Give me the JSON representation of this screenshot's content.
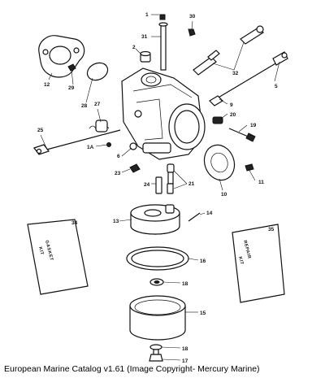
{
  "caption": "European Marine Catalog v1.61 (Image Copyright- Mercury Marine)",
  "callouts": {
    "c1": "1",
    "c1a": "1A",
    "c2": "2",
    "c5": "5",
    "c6": "6",
    "c9": "9",
    "c10": "10",
    "c11": "11",
    "c12": "12",
    "c13": "13",
    "c14": "14",
    "c15": "15",
    "c16": "16",
    "c17": "17",
    "c18a": "18",
    "c18b": "18",
    "c19": "19",
    "c20": "20",
    "c21": "21",
    "c23": "23",
    "c24": "24",
    "c25": "25",
    "c27": "27",
    "c28": "28",
    "c29": "29",
    "c30": "30",
    "c31": "31",
    "c32": "32",
    "c34": "34",
    "c35": "35"
  },
  "kits": {
    "gasket_line1": "GASKET",
    "gasket_line2": "KIT",
    "repair_line1": "REPAIR",
    "repair_line2": "KIT"
  }
}
